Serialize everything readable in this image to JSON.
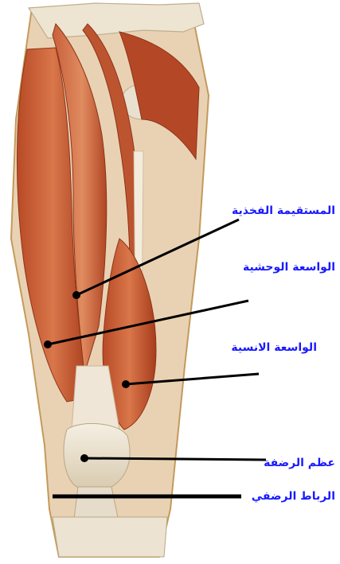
{
  "labels": {
    "rectus_femoris": "المستقيمة الفخذية",
    "vastus_lateralis": "الواسعة الوحشية",
    "vastus_medialis": "الواسعة الانسية",
    "patella": "عظم الرضفة",
    "patellar_ligament": "الرباط الرضفي"
  },
  "colors": {
    "label_blue": "#1a1aff",
    "label_black": "#000000",
    "muscle_dark": "#9c3a1e",
    "muscle_mid": "#c5623a",
    "muscle_light": "#e2946a",
    "tendon": "#efe6d8",
    "bone": "#f2ead8",
    "outline": "#c49a5a"
  }
}
